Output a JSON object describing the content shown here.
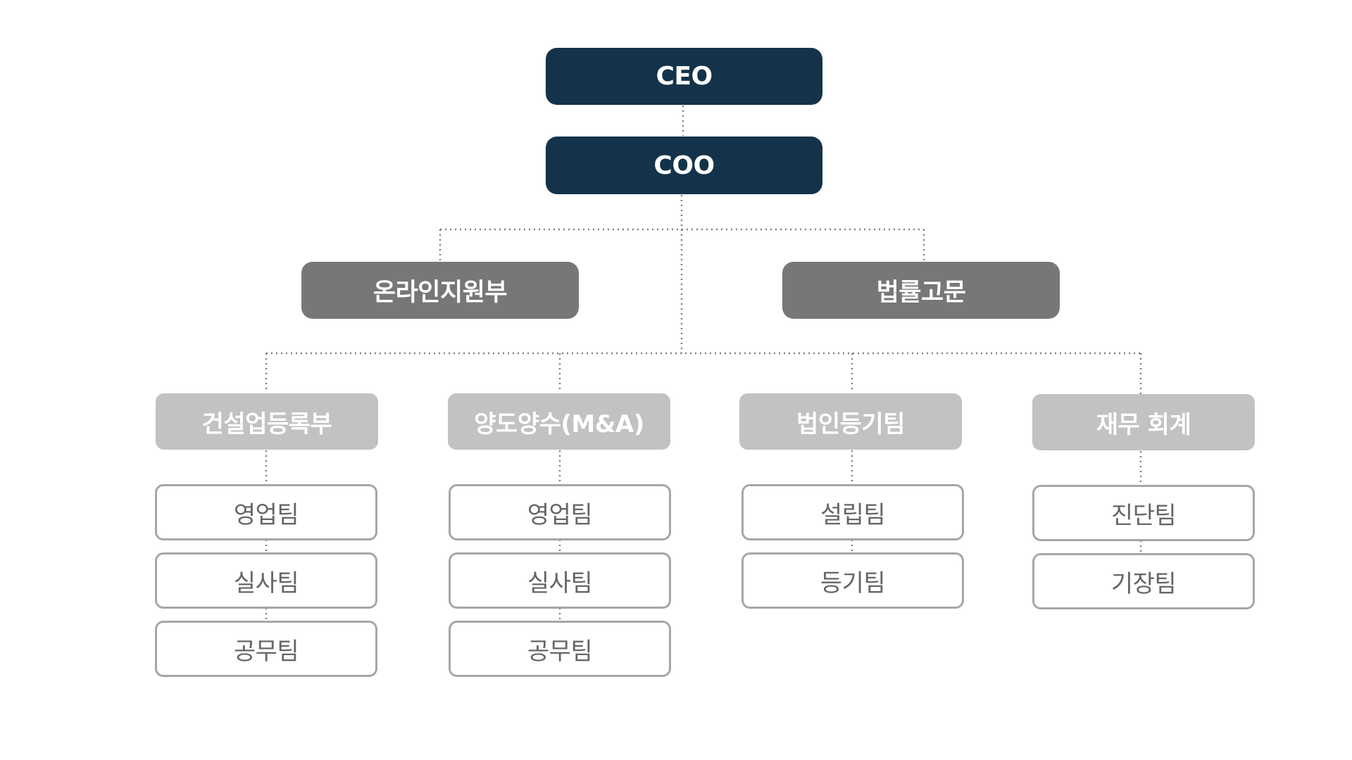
{
  "executives": {
    "ceo": "CEO",
    "coo": "COO"
  },
  "divisions": {
    "online_support": "온라인지원부",
    "legal_advisor": "법률고문"
  },
  "departments": [
    {
      "name": "건설업등록부",
      "teams": [
        "영업팀",
        "실사팀",
        "공무팀"
      ]
    },
    {
      "name": "양도양수(M&A)",
      "teams": [
        "영업팀",
        "실사팀",
        "공무팀"
      ]
    },
    {
      "name": "법인등기팀",
      "teams": [
        "설립팀",
        "등기팀"
      ]
    },
    {
      "name": "재무 회계",
      "teams": [
        "진단팀",
        "기장팀"
      ]
    }
  ],
  "colors": {
    "executive": "#14334a",
    "division": "#777777",
    "department": "#c2c2c2",
    "team_border": "#a6a6a6",
    "connector": "#7f7f7f"
  }
}
